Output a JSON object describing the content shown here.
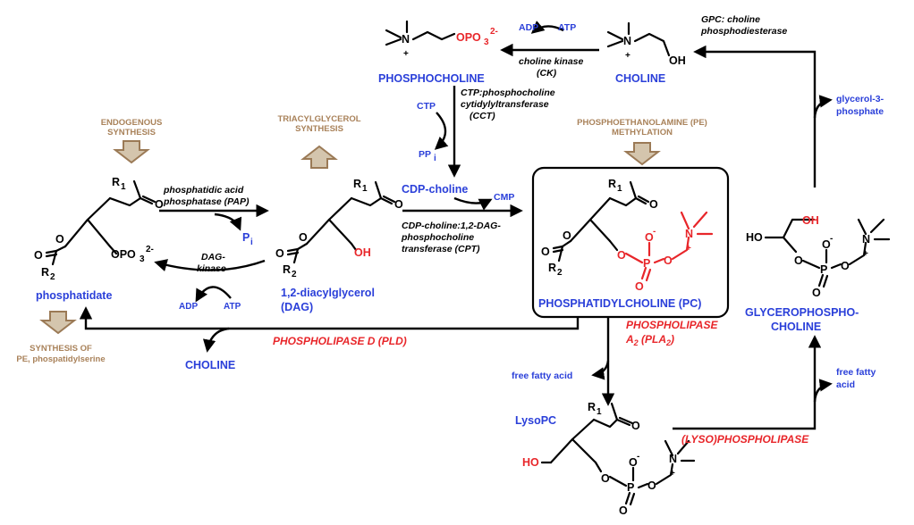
{
  "colors": {
    "metabolite_name": "#2a3fd9",
    "enzyme_highlight": "#e8262a",
    "pathway_note": "#a9825a",
    "bond": "#000000"
  },
  "pathway_notes": {
    "endogenous": [
      "ENDOGENOUS",
      "SYNTHESIS"
    ],
    "tag_synthesis": [
      "TRIACYLGLYCEROL",
      "SYNTHESIS"
    ],
    "pe_methylation": [
      "PHOSPHOETHANOLAMINE (PE)",
      "METHYLATION"
    ],
    "pe_synthesis": [
      "SYNTHESIS OF",
      "PE, phospatidylserine"
    ]
  },
  "metabolites": {
    "phosphatidate": "phosphatidate",
    "dag": [
      "1,2-diacylglycerol",
      "(DAG)"
    ],
    "cdp_choline": "CDP-choline",
    "phosphocholine": "PHOSPHOCHOLINE",
    "choline_top": "CHOLINE",
    "choline_bottom": "CHOLINE",
    "pc": "PHOSPHATIDYLCHOLINE (PC)",
    "lysopc": "LysoPC",
    "gpc": [
      "GLYCEROPHOSPHO-",
      "CHOLINE"
    ],
    "glycerol_3_phosphate": [
      "glycerol-3-",
      "phosphate"
    ],
    "free_fatty_acid_1": "free fatty acid",
    "free_fatty_acid_2": [
      "free fatty",
      "acid"
    ]
  },
  "cofactors": {
    "adp_top": "ADP",
    "atp_top": "ATP",
    "ctp": "CTP",
    "ppi": "PP",
    "ppi_sub": "i",
    "cmp": "CMP",
    "pi": "P",
    "pi_sub": "i",
    "adp_dag": "ADP",
    "atp_dag": "ATP"
  },
  "enzymes": {
    "pap": [
      "phosphatidic acid",
      "phosphatase (PAP)"
    ],
    "dag_kinase": [
      "DAG-",
      "kinase"
    ],
    "ck": [
      "choline kinase",
      "(CK)"
    ],
    "cct": [
      "CTP:phosphocholine",
      "cytidylyltransferase",
      "(CCT)"
    ],
    "cpt": [
      "CDP-choline:1,2-DAG-",
      "phosphocholine",
      "transferase (CPT)"
    ],
    "gpc_pde": [
      "GPC: choline",
      "phosphodiesterase"
    ],
    "pld": "PHOSPHOLIPASE D (PLD)",
    "pla2_line1": "PHOSPHOLIPASE",
    "pla2_line2_pre": "A",
    "pla2_sub": "2",
    "pla2_mid": " (PLA",
    "pla2_sub2": "2",
    "pla2_end": ")",
    "lyso_pl": "(LYSO)PHOSPHOLIPASE"
  },
  "atoms": {
    "o": "O",
    "oh": "OH",
    "ho": "HO",
    "p": "P",
    "n": "N",
    "r": "R",
    "r1_sub": "1",
    "r2_sub": "2",
    "opo3": "OPO",
    "opo3_sub": "3",
    "opo3_sup": "2-",
    "minus": "-",
    "plus": "+"
  }
}
